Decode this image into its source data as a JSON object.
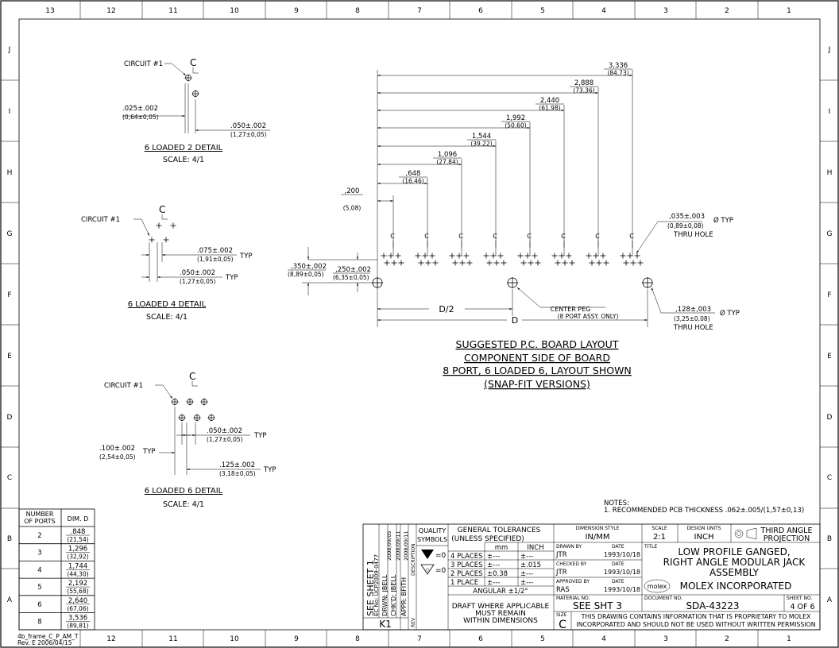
{
  "border": {
    "top_cols": [
      "13",
      "12",
      "11",
      "10",
      "9",
      "8",
      "7",
      "6",
      "5",
      "4",
      "3",
      "2",
      "1"
    ],
    "bottom_cols": [
      "12",
      "11",
      "10",
      "9",
      "8",
      "7",
      "6",
      "5",
      "4",
      "3",
      "2",
      "1"
    ],
    "left_rows": [
      "J",
      "I",
      "H",
      "G",
      "F",
      "E",
      "D",
      "C",
      "B",
      "A"
    ],
    "right_rows": [
      "J",
      "I",
      "H",
      "G",
      "F",
      "E",
      "D",
      "C",
      "B",
      "A"
    ],
    "frame_note": [
      "4b_frame_C_P_AM_T",
      "Rev. E 2006/04/15"
    ]
  },
  "detail_2": {
    "circuit_label": "CIRCUIT #1",
    "centerline": "C",
    "dim_left": [
      ".025±.002",
      "(0,64±0,05)"
    ],
    "dim_right": [
      ".050±.002",
      "(1,27±0,05)"
    ],
    "title": "6 LOADED 2 DETAIL",
    "scale": "SCALE: 4/1"
  },
  "detail_4": {
    "circuit_label": "CIRCUIT #1",
    "centerline": "C",
    "dim_a": [
      ".075±.002",
      "(1,91±0,05)"
    ],
    "dim_b": [
      ".050±.002",
      "(1,27±0,05)"
    ],
    "typ": "TYP",
    "title": "6 LOADED 4 DETAIL",
    "scale": "SCALE: 4/1"
  },
  "detail_6": {
    "circuit_label": "CIRCUIT #1",
    "centerline": "C",
    "dim_a": [
      ".050±.002",
      "(1,27±0,05)"
    ],
    "dim_b": [
      ".100±.002",
      "(2,54±0,05)"
    ],
    "dim_c": [
      ".125±.002",
      "(3,18±0,05)"
    ],
    "typ": "TYP",
    "title": "6 LOADED 6 DETAIL",
    "scale": "SCALE: 4/1"
  },
  "layout": {
    "dims": [
      {
        "inch": "3,336",
        "mm": "(84,73)"
      },
      {
        "inch": "2,888",
        "mm": "(73,36)"
      },
      {
        "inch": "2,440",
        "mm": "(61,98)"
      },
      {
        "inch": "1,992",
        "mm": "(50,60)"
      },
      {
        "inch": "1,544",
        "mm": "(39,22)"
      },
      {
        "inch": "1,096",
        "mm": "(27,84)"
      },
      {
        "inch": ",648",
        "mm": "(16,46)"
      },
      {
        "inch": ",200",
        "mm": "(5,08)"
      }
    ],
    "left_dim_a": [
      ",350±,002",
      "(8,89±0,05)"
    ],
    "left_dim_b": [
      ",250±,002",
      "(6,35±0,05)"
    ],
    "hole_dim": [
      ",035±,003",
      "(0,89±0,08)"
    ],
    "hole_sym": "Ø TYP",
    "hole_note": "THRU HOLE",
    "peg_dim": [
      ",128±,003",
      "(3,25±0,08)"
    ],
    "peg_sym": "Ø TYP",
    "peg_note": "THRU HOLE",
    "center_peg": [
      "CENTER PEG",
      "(8 PORT ASSY. ONLY)"
    ],
    "d_half": "D/2",
    "d_full": "D",
    "cl_glyph": "C",
    "title_lines": [
      "SUGGESTED P.C. BOARD LAYOUT",
      "COMPONENT SIDE OF BOARD",
      "8 PORT, 6 LOADED 6, LAYOUT SHOWN",
      "(SNAP-FIT VERSIONS)"
    ]
  },
  "notes": {
    "title": "NOTES:",
    "lines": [
      "1. RECOMMENDED PCB THICKNESS .062±.005/(1,57±0,13)"
    ]
  },
  "ports_table": {
    "headers": [
      "NUMBER OF PORTS",
      "DIM. D"
    ],
    "header_lines": [
      "NUMBER",
      "OF PORTS"
    ],
    "rows": [
      {
        "ports": "2",
        "inch": ".848",
        "mm": "(21,54)"
      },
      {
        "ports": "3",
        "inch": "1,296",
        "mm": "(32,92)"
      },
      {
        "ports": "4",
        "inch": "1,744",
        "mm": "(44,30)"
      },
      {
        "ports": "5",
        "inch": "2,192",
        "mm": "(55,68)"
      },
      {
        "ports": "6",
        "inch": "2,640",
        "mm": "(67,06)"
      },
      {
        "ports": "8",
        "inch": "3,536",
        "mm": "(89,81)"
      }
    ]
  },
  "title_block": {
    "revision_col": [
      "SEE SHEET 1",
      "EC No: UCP2009-0477",
      "DRWN: JBELL",
      "CHK'D: JBELL",
      "APPR: BFITH"
    ],
    "revision_dates": [
      "2008/09/05",
      "2008/09/11",
      "2008/09/11"
    ],
    "rev_code": "K1",
    "description_label": "DESCRIPTION",
    "rev_label": "REV",
    "quality_label": [
      "QUALITY",
      "SYMBOLS"
    ],
    "quality_sym": [
      "=0",
      "=0"
    ],
    "tolerances_title": [
      "GENERAL TOLERANCES",
      "(UNLESS SPECIFIED)"
    ],
    "tol_headers": [
      "mm",
      "INCH"
    ],
    "tol_rows": [
      {
        "label": "4 PLACES",
        "mm": "±---",
        "inch": "±---"
      },
      {
        "label": "3 PLACES",
        "mm": "±---",
        "inch": "±.015"
      },
      {
        "label": "2 PLACES",
        "mm": "±0.38",
        "inch": "±---"
      },
      {
        "label": "1 PLACE",
        "mm": "±---",
        "inch": "±---"
      }
    ],
    "angular": "ANGULAR ±1/2°",
    "draft_note": [
      "DRAFT WHERE APPLICABLE",
      "MUST REMAIN",
      "WITHIN DIMENSIONS"
    ],
    "dimension_style_label": "DIMENSION STYLE",
    "dimension_style": "IN/MM",
    "scale_label": "SCALE",
    "scale": "2:1",
    "design_units_label": "DESIGN UNITS",
    "design_units": "INCH",
    "projection": [
      "THIRD ANGLE",
      "PROJECTION"
    ],
    "drawn_by_label": "DRAWN BY",
    "drawn_by": "JTR",
    "drawn_date": "1993/10/18",
    "checked_by_label": "CHECKED BY",
    "checked_by": "JTR",
    "checked_date": "1993/10/18",
    "approved_by_label": "APPROVED BY",
    "approved_by": "RAS",
    "approved_date": "1993/10/18",
    "date_label": "DATE",
    "title_label": "TITLE",
    "title": [
      "LOW PROFILE GANGED,",
      "RIGHT ANGLE MODULAR JACK",
      "ASSEMBLY"
    ],
    "logo": "molex",
    "company": "MOLEX INCORPORATED",
    "material_label": "MATERIAL NO.",
    "material": "SEE SHT 3",
    "document_label": "DOCUMENT NO.",
    "document": "SDA-43223",
    "sheet_label": "SHEET NO.",
    "sheet": "4 OF 6",
    "size_label": "SIZE",
    "size": "C",
    "proprietary": [
      "THIS DRAWING CONTAINS INFORMATION THAT IS PROPRIETARY TO MOLEX",
      "INCORPORATED AND SHOULD NOT BE USED WITHOUT WRITTEN PERMISSION"
    ]
  }
}
